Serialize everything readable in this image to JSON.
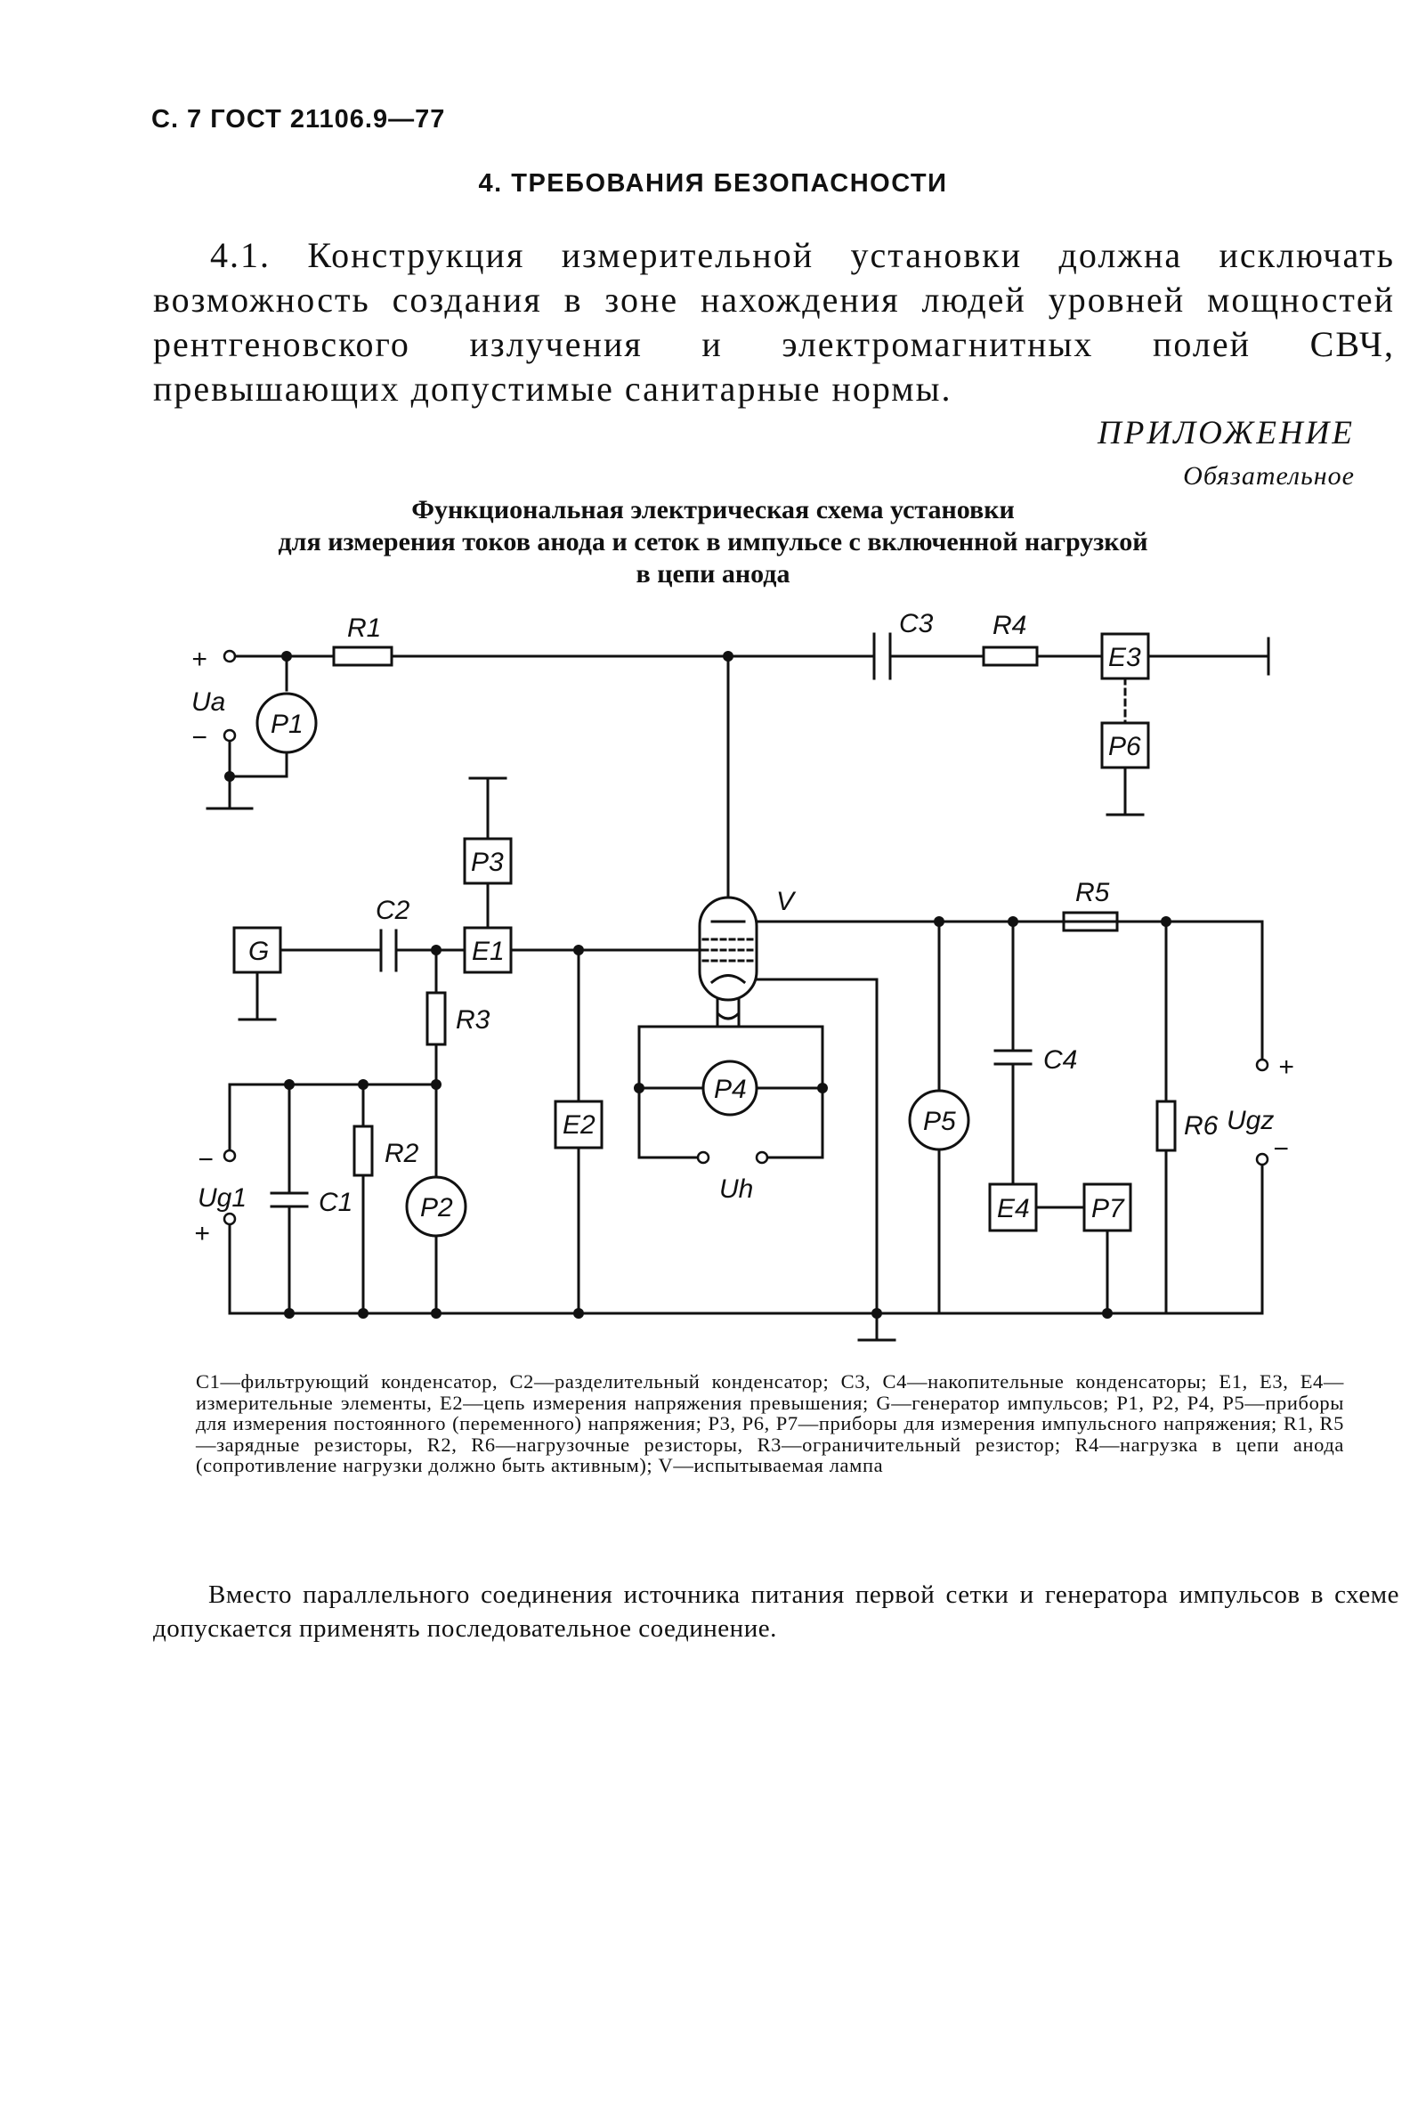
{
  "header": {
    "page_ref": "С. 7 ГОСТ 21106.9—77"
  },
  "section": {
    "title": "4. ТРЕБОВАНИЯ БЕЗОПАСНОСТИ",
    "paragraph": "4.1. Конструкция измерительной установки должна исключать возможность создания в зоне нахождения людей уровней мощностей рентгеновского излучения и электромагнитных полей СВЧ, превышающих допустимые санитарные нормы."
  },
  "appendix": {
    "label": "ПРИЛОЖЕНИЕ",
    "status": "Обязательное",
    "title_lines": [
      "Функциональная электрическая схема установки",
      "для измерения токов анода и сеток в импульсе с включенной нагрузкой",
      "в цепи анода"
    ]
  },
  "diagram": {
    "labels": {
      "R1": "R1",
      "R2": "R2",
      "R3": "R3",
      "R4": "R4",
      "R5": "R5",
      "R6": "R6",
      "C1": "C1",
      "C2": "C2",
      "C3": "C3",
      "C4": "C4",
      "P1": "P1",
      "P2": "P2",
      "P3": "P3",
      "P4": "P4",
      "P5": "P5",
      "P6": "P6",
      "P7": "P7",
      "E1": "E1",
      "E2": "E2",
      "E3": "E3",
      "E4": "E4",
      "G": "G",
      "V": "V",
      "Ua": "Ua",
      "Uh": "Uh",
      "Ug1": "Ug1",
      "Ugz": "Ugz",
      "plus": "+",
      "minus": "−"
    }
  },
  "legend": "C1—фильтрующий конденсатор, C2—разделительный конденсатор; C3, C4—накопительные конденсаторы; E1, E3, E4—измерительные элементы, E2—цепь измерения напряжения превышения; G—генератор импульсов; P1, P2, P4, P5—приборы для измерения постоянного (переменного) напряжения; P3, P6, P7—приборы для измерения импульсного напряжения; R1, R5—зарядные резисторы, R2, R6—нагрузочные резисторы, R3—ограничительный резистор; R4—нагрузка в цепи анода (сопротивление нагрузки должно быть активным); V—испытываемая лампа",
  "note": "Вместо параллельного соединения источника питания первой сетки и генератора импульсов в схеме допускается применять последовательное соединение."
}
